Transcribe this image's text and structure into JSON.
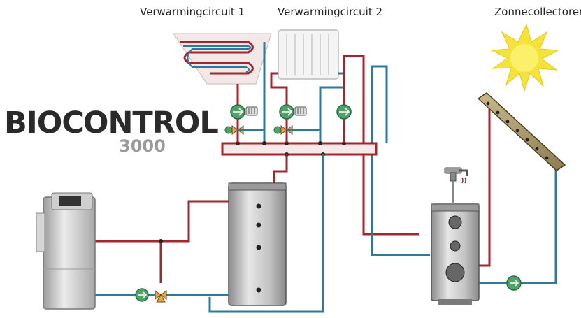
{
  "labels": {
    "circuit1": "Verwarmingcircuit 1",
    "circuit2": "Verwarmingcircuit 2",
    "solar": "Zonnecollectoren"
  },
  "brand": {
    "name": "BIOCONTROL",
    "model": "3000"
  },
  "colors": {
    "supply": "#a3262f",
    "return": "#2d7a9a",
    "pump": "#4fa36a",
    "sun": "#f5e23a",
    "tank": "#bdbdbd"
  }
}
